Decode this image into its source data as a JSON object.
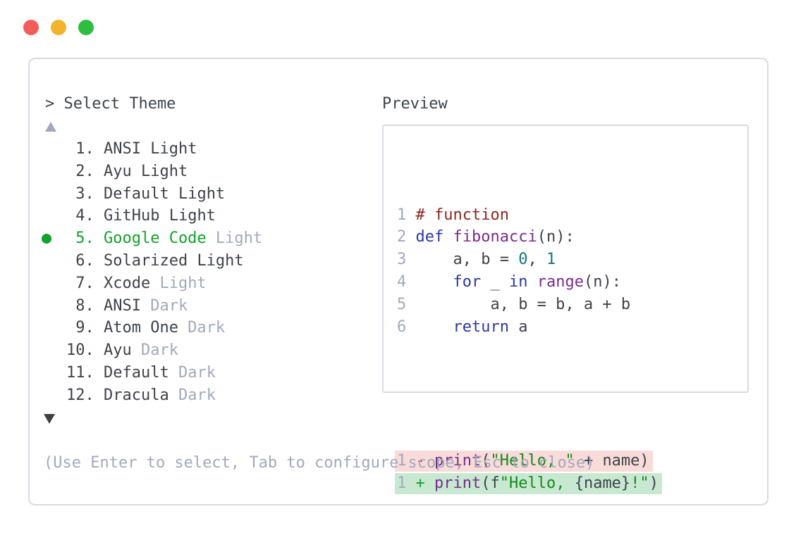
{
  "colors": {
    "text": "#3d434c",
    "muted": "#a0aabc",
    "accent": "#13a02c",
    "border": "#d7dbe3",
    "comment": "#8e241f",
    "keyword": "#2d37a5",
    "function": "#782d8c",
    "literal": "#0f7678",
    "string": "#128c18",
    "diff_minus": "#c23b30",
    "diff_plus": "#18a12e",
    "removed_bg": "#f9dbd9",
    "added_bg": "#c8e8d1",
    "traffic_red": "#f25d59",
    "traffic_yellow": "#f2b32d",
    "traffic_green": "#2dbe41",
    "scroll_active": "#3c4148"
  },
  "theme_selector": {
    "title": "> Select Theme",
    "scroll_up_indicator": "up-triangle",
    "scroll_down_indicator": "down-triangle",
    "hint": "(Use Enter to select, Tab to configure scope, Esc to close)",
    "items": [
      {
        "num": " 1.",
        "name": "ANSI",
        "variant": "Light",
        "selected": false,
        "variant_muted": false
      },
      {
        "num": " 2.",
        "name": "Ayu",
        "variant": "Light",
        "selected": false,
        "variant_muted": false
      },
      {
        "num": " 3.",
        "name": "Default",
        "variant": "Light",
        "selected": false,
        "variant_muted": false
      },
      {
        "num": " 4.",
        "name": "GitHub",
        "variant": "Light",
        "selected": false,
        "variant_muted": false
      },
      {
        "num": " 5.",
        "name": "Google Code",
        "variant": "Light",
        "selected": true,
        "variant_muted": true
      },
      {
        "num": " 6.",
        "name": "Solarized",
        "variant": "Light",
        "selected": false,
        "variant_muted": false
      },
      {
        "num": " 7.",
        "name": "Xcode",
        "variant": "Light",
        "selected": false,
        "variant_muted": true
      },
      {
        "num": " 8.",
        "name": "ANSI",
        "variant": "Dark",
        "selected": false,
        "variant_muted": true
      },
      {
        "num": " 9.",
        "name": "Atom One",
        "variant": "Dark",
        "selected": false,
        "variant_muted": true
      },
      {
        "num": "10.",
        "name": "Ayu",
        "variant": "Dark",
        "selected": false,
        "variant_muted": true
      },
      {
        "num": "11.",
        "name": "Default",
        "variant": "Dark",
        "selected": false,
        "variant_muted": true
      },
      {
        "num": "12.",
        "name": "Dracula",
        "variant": "Dark",
        "selected": false,
        "variant_muted": true
      }
    ]
  },
  "preview": {
    "label": "Preview",
    "code_lines": [
      {
        "num": "1",
        "tokens": [
          {
            "t": "# function",
            "c": "com"
          }
        ]
      },
      {
        "num": "2",
        "tokens": [
          {
            "t": "def",
            "c": "kwd"
          },
          {
            "t": " ",
            "c": "pln"
          },
          {
            "t": "fibonacci",
            "c": "fun"
          },
          {
            "t": "(n):",
            "c": "pln"
          }
        ]
      },
      {
        "num": "3",
        "tokens": [
          {
            "t": "    a, b = ",
            "c": "pln"
          },
          {
            "t": "0",
            "c": "lit"
          },
          {
            "t": ", ",
            "c": "pln"
          },
          {
            "t": "1",
            "c": "lit"
          }
        ]
      },
      {
        "num": "4",
        "tokens": [
          {
            "t": "    ",
            "c": "pln"
          },
          {
            "t": "for",
            "c": "kwd"
          },
          {
            "t": " _ ",
            "c": "pln"
          },
          {
            "t": "in",
            "c": "kwd"
          },
          {
            "t": " ",
            "c": "pln"
          },
          {
            "t": "range",
            "c": "fun"
          },
          {
            "t": "(n):",
            "c": "pln"
          }
        ]
      },
      {
        "num": "5",
        "tokens": [
          {
            "t": "        a, b = b, a + b",
            "c": "pln"
          }
        ]
      },
      {
        "num": "6",
        "tokens": [
          {
            "t": "    ",
            "c": "pln"
          },
          {
            "t": "return",
            "c": "kwd"
          },
          {
            "t": " a",
            "c": "pln"
          }
        ]
      }
    ],
    "diff_lines": [
      {
        "num": "1",
        "sign": "-",
        "kind": "removed",
        "tokens": [
          {
            "t": "print",
            "c": "fun"
          },
          {
            "t": "(",
            "c": "pln"
          },
          {
            "t": "\"Hello, \"",
            "c": "str"
          },
          {
            "t": " + name)",
            "c": "pln"
          }
        ]
      },
      {
        "num": "1",
        "sign": "+",
        "kind": "added",
        "tokens": [
          {
            "t": "print",
            "c": "fun"
          },
          {
            "t": "(f",
            "c": "pln"
          },
          {
            "t": "\"Hello, ",
            "c": "str"
          },
          {
            "t": "{name}",
            "c": "pln"
          },
          {
            "t": "!\"",
            "c": "str"
          },
          {
            "t": ")",
            "c": "pln"
          }
        ]
      }
    ]
  }
}
